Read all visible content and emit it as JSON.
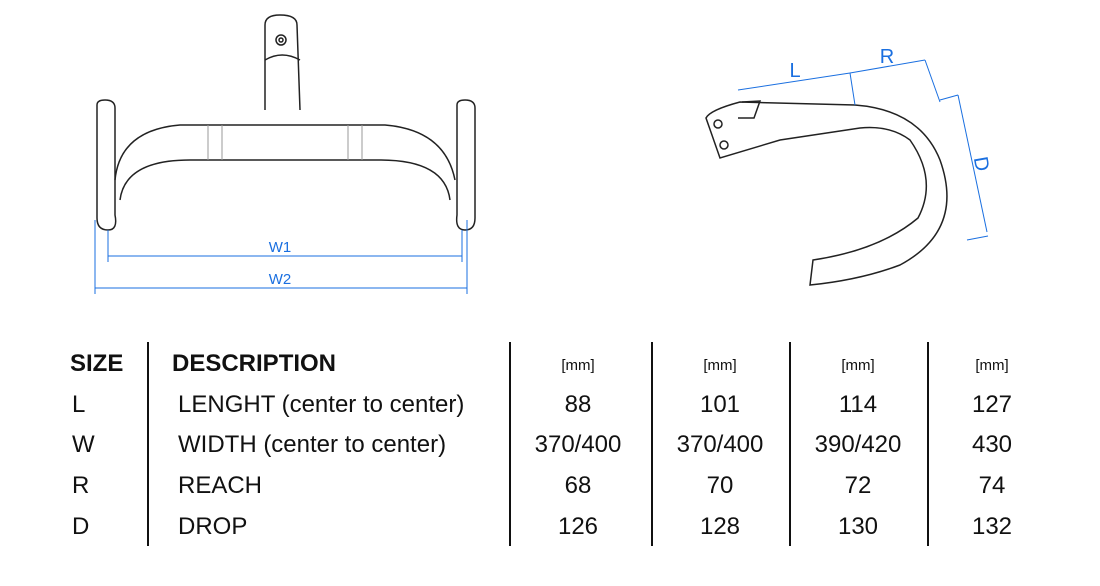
{
  "diagram": {
    "front_labels": {
      "w1": "W1",
      "w2": "W2"
    },
    "side_labels": {
      "l": "L",
      "r": "R",
      "d": "D"
    },
    "dimension_color": "#1a6fe0"
  },
  "table": {
    "headers": {
      "size": "SIZE",
      "description": "DESCRIPTION",
      "units": [
        "[mm]",
        "[mm]",
        "[mm]",
        "[mm]"
      ]
    },
    "rows": [
      {
        "size": "L",
        "description": "LENGHT (center to center)",
        "values": [
          "88",
          "101",
          "114",
          "127"
        ]
      },
      {
        "size": "W",
        "description": "WIDTH (center to center)",
        "values": [
          "370/400",
          "370/400",
          "390/420",
          "430"
        ]
      },
      {
        "size": "R",
        "description": "REACH",
        "values": [
          "68",
          "70",
          "72",
          "74"
        ]
      },
      {
        "size": "D",
        "description": "DROP",
        "values": [
          "126",
          "128",
          "130",
          "132"
        ]
      }
    ]
  }
}
